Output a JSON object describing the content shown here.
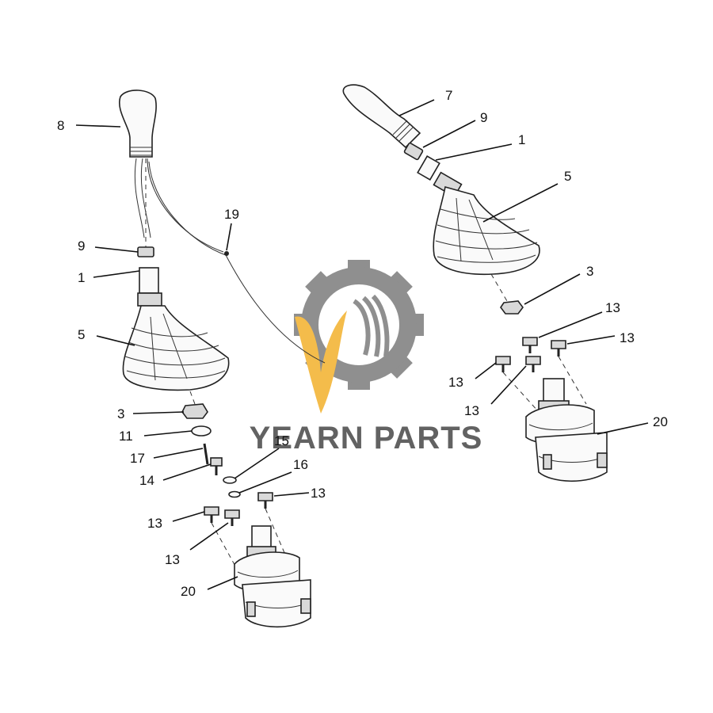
{
  "watermark": {
    "text": "YEARN PARTS",
    "gear_color": "#8a8a8a",
    "accent_color": "#f4b942",
    "text_color": "#5a5a5a"
  },
  "callouts": {
    "left": {
      "handle": "8",
      "harness": "19",
      "nut_top": "9",
      "shaft": "1",
      "boot": "5",
      "nut_bottom": "3",
      "washer": "11",
      "pin": "17",
      "screw": "14",
      "clip": "15",
      "ring": "16",
      "bolt_right": "13",
      "bolt_left": "13",
      "bolt_lower": "13",
      "valve": "20"
    },
    "right": {
      "handle": "7",
      "nut_top": "9",
      "shaft": "1",
      "boot": "5",
      "nut_bottom": "3",
      "bolt_top": "13",
      "bolt_right": "13",
      "bolt_left": "13",
      "bolt_lower": "13",
      "valve": "20"
    }
  }
}
